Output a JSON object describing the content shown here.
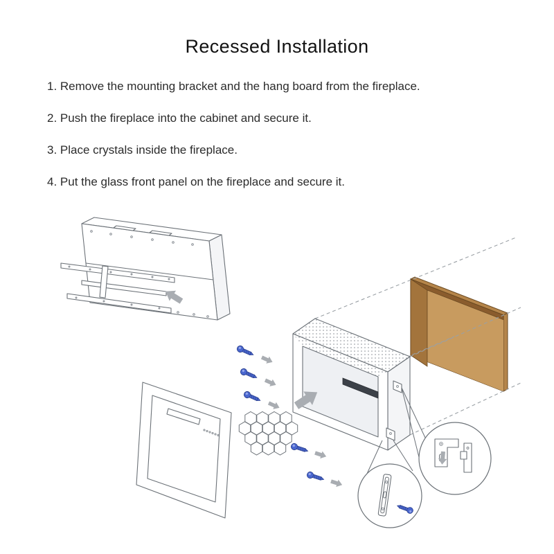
{
  "page": {
    "title": "Recessed Installation",
    "steps": [
      "1. Remove the mounting bracket and the hang board from the fireplace.",
      "2. Push the fireplace into the cabinet and secure it.",
      "3. Place crystals inside the fireplace.",
      "4. Put the glass front panel on the fireplace and secure it."
    ]
  },
  "illustration": {
    "parts": [
      "fireplace-back-box",
      "mounting-bracket-and-hang-board",
      "removal-arrow",
      "glass-front-panel",
      "crystal-hexagons",
      "fireplace-unit",
      "push-arrow",
      "mounting-screws",
      "cabinet-recess",
      "alignment-dashed-lines",
      "bracket-detail-callout-left",
      "bracket-detail-callout-right"
    ],
    "colors": {
      "cabinet_tan": "#C89B5F",
      "cabinet_dark": "#8A5C2D",
      "cabinet_edge": "#B5854A",
      "screw_blue": "#4A67CF",
      "arrow_gray": "#A9ADB2",
      "line_gray": "#6B7177"
    }
  }
}
